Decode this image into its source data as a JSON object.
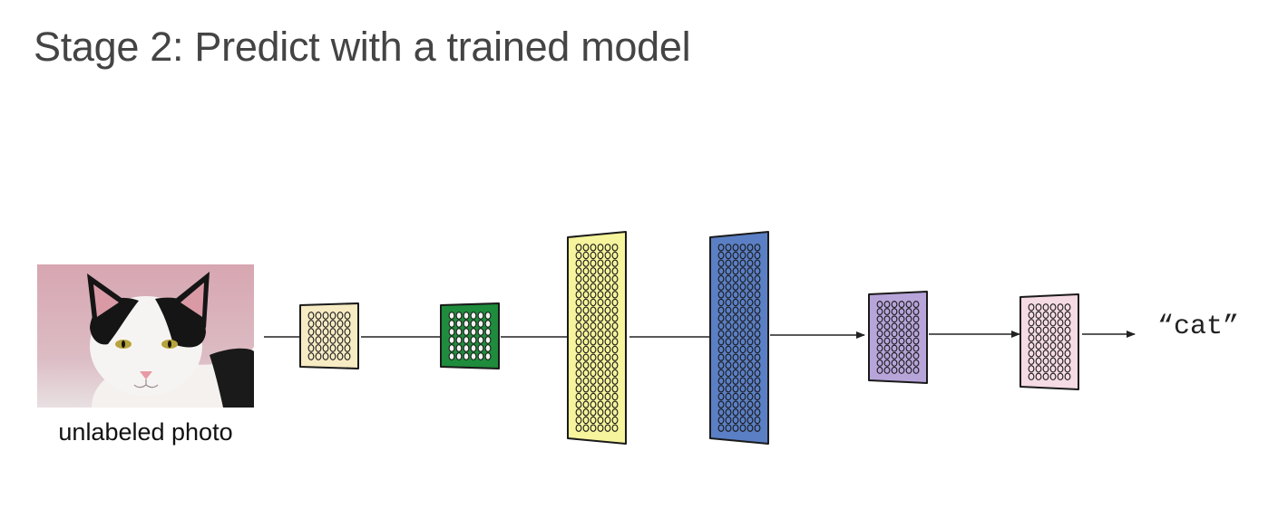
{
  "slide": {
    "title": "Stage 2: Predict with a trained model"
  },
  "input": {
    "caption": "unlabeled photo",
    "image_subject": "cat-photo"
  },
  "output": {
    "label": "“cat”"
  },
  "layers": [
    {
      "name": "layer-1",
      "color": "#f7ebc4",
      "rows": 6,
      "cols": 6
    },
    {
      "name": "layer-2",
      "color": "#1e8c3c",
      "rows": 6,
      "cols": 6
    },
    {
      "name": "layer-3",
      "color": "#f6f49c",
      "rows": 24,
      "cols": 6
    },
    {
      "name": "layer-4",
      "color": "#5b7fc4",
      "rows": 24,
      "cols": 6
    },
    {
      "name": "layer-5",
      "color": "#b7a5da",
      "rows": 10,
      "cols": 6
    },
    {
      "name": "layer-6",
      "color": "#f5dbe3",
      "rows": 10,
      "cols": 6
    }
  ]
}
